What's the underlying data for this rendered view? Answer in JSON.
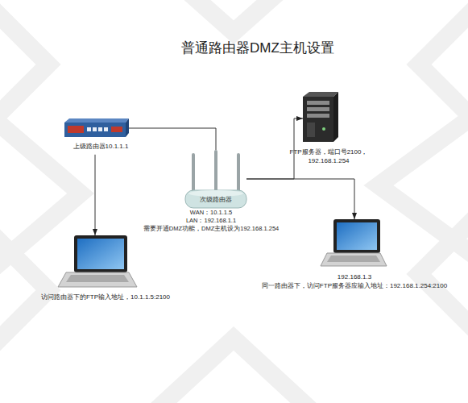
{
  "diagram": {
    "title": "普通路由器DMZ主机设置",
    "nodes": [
      {
        "text": [
          "上级路由器10.1.1.1"
        ]
      },
      {
        "text": [
          "访问路由器下的FTP输入地址，10.1.1.5:2100"
        ]
      },
      {
        "text": [
          "次级路由器",
          "WAN：10.1.1.5",
          "LAN：192.168.1.1",
          "需要开通DMZ功能，DMZ主机设为192.168.1.254"
        ]
      },
      {
        "text": [
          "FTP服务器，端口号2100，",
          "192.168.1.254"
        ]
      },
      {
        "text": [
          "192.168.1.3",
          "同一路由器下，访问FTP服务器应输入地址：192.168.1.254:2100"
        ]
      }
    ],
    "edges": [
      {
        "from": 0,
        "to": 1,
        "arrow": "to"
      },
      {
        "from": 0,
        "to": 2,
        "arrow": "none"
      },
      {
        "from": 2,
        "to": 3,
        "arrow": "to"
      },
      {
        "from": 2,
        "to": 4,
        "arrow": "to"
      }
    ]
  }
}
